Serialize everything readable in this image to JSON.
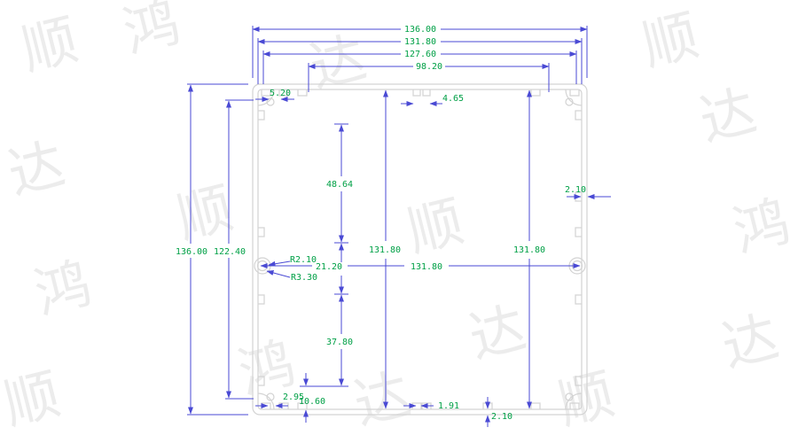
{
  "watermark": {
    "chars": [
      "顺",
      "达",
      "鸿"
    ]
  },
  "dims": {
    "top_136": "136.00",
    "top_131_8": "131.80",
    "top_127_6": "127.60",
    "top_98_2": "98.20",
    "notch_5_2": "5.20",
    "notch_4_65": "4.65",
    "left_136": "136.00",
    "left_122_4": "122.40",
    "inner_48_64": "48.64",
    "inner_21_2": "21.20",
    "inner_37_8": "37.80",
    "inner_10_6": "10.60",
    "bottom_2_95": "2.95",
    "bottom_1_91": "1.91",
    "bottom_2_1": "2.10",
    "right_2_1": "2.10",
    "radius_r2_1": "R2.10",
    "radius_r3_3": "R3.30",
    "center_v_131_8": "131.80",
    "center_h_131_8": "131.80",
    "right_v_131_8": "131.80"
  },
  "colors": {
    "dimension_line": "#4a4ad4",
    "dimension_text": "#00a046",
    "geometry": "#d3d3d3",
    "watermark": "#ececec"
  }
}
